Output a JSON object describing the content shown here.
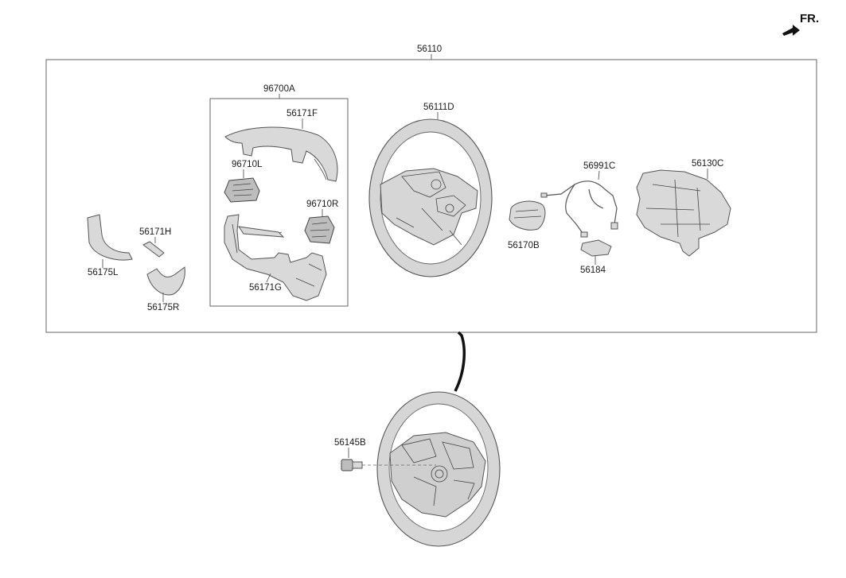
{
  "labels": {
    "assembly": "56110",
    "switch_box": "96700A",
    "cover_upper": "56171F",
    "switch_left": "96710L",
    "switch_right": "96710R",
    "cover_lower": "56171G",
    "cover_h": "56171H",
    "cover_left": "56175L",
    "cover_right": "56175R",
    "wheel_body": "56111D",
    "damper": "56170B",
    "wiring": "56991C",
    "connector": "56184",
    "rear_cover": "56130C",
    "bolt": "56145B"
  },
  "direction": {
    "text": "FR.",
    "icon": "arrow-icon"
  }
}
